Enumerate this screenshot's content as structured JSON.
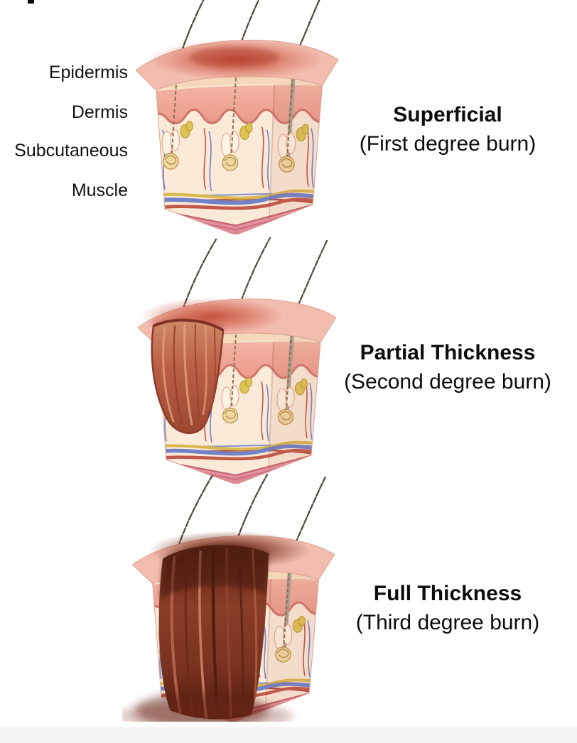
{
  "diagram": {
    "layer_labels": [
      {
        "label": "Epidermis"
      },
      {
        "label": "Dermis"
      },
      {
        "label": "Subcutaneous"
      },
      {
        "label": "Muscle"
      }
    ],
    "burn_types": [
      {
        "title": "Superficial",
        "subtitle": "(First degree burn)"
      },
      {
        "title": "Partial Thickness",
        "subtitle": "(Second degree burn)"
      },
      {
        "title": "Full Thickness",
        "subtitle": "(Third degree burn)"
      }
    ],
    "illustration_colors": {
      "skin_surface_pink": "#f2bcae",
      "epidermis_salmon": "#efa093",
      "dermis_cream": "#fbead8",
      "muscle_rose": "#e8929d",
      "superficial_burn_red": "#c0432e",
      "deep_burn_brown": "#5a2212",
      "artery_red": "#c2584a",
      "vein_blue": "#7282c8",
      "nerve_yellow": "#d9b84e",
      "hair_brown": "#57493c"
    },
    "text_color": "#111111",
    "footer_band_color": "#f6f5f6"
  }
}
